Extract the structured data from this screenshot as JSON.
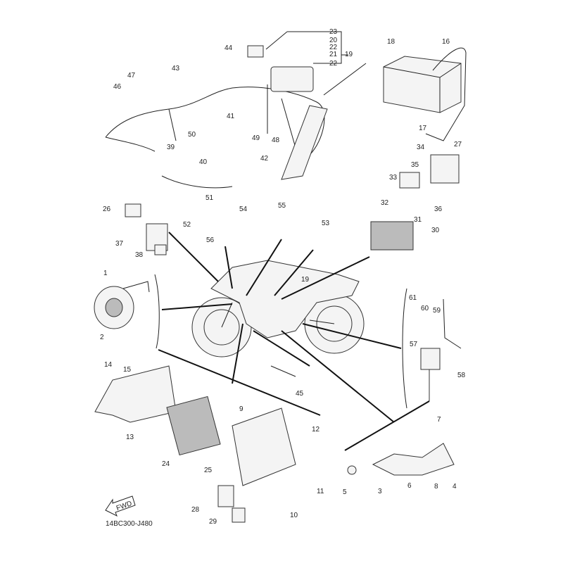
{
  "diagram": {
    "code": "14BC300-J480",
    "fwd_label": "FWD",
    "labels": {
      "p1": "1",
      "p2": "2",
      "p3": "3",
      "p4": "4",
      "p5": "5",
      "p6": "6",
      "p7": "7",
      "p8": "8",
      "p9": "9",
      "p10": "10",
      "p11": "11",
      "p12": "12",
      "p13": "13",
      "p14": "14",
      "p15": "15",
      "p16": "16",
      "p17": "17",
      "p18": "18",
      "p19a": "19",
      "p19b": "19",
      "p20": "20",
      "p21": "21",
      "p22a": "22",
      "p22b": "22",
      "p23": "23",
      "p24": "24",
      "p25": "25",
      "p26": "26",
      "p27": "27",
      "p28": "28",
      "p29": "29",
      "p30": "30",
      "p31": "31",
      "p32": "32",
      "p33": "33",
      "p34": "34",
      "p35": "35",
      "p36": "36",
      "p37": "37",
      "p38": "38",
      "p39": "39",
      "p40": "40",
      "p41": "41",
      "p42": "42",
      "p43": "43",
      "p44": "44",
      "p45": "45",
      "p46": "46",
      "p47": "47",
      "p48": "48",
      "p49": "49",
      "p50": "50",
      "p51": "51",
      "p52": "52",
      "p53": "53",
      "p54": "54",
      "p55": "55",
      "p56": "56",
      "p57": "57",
      "p58": "58",
      "p59": "59",
      "p60": "60",
      "p61": "61"
    }
  }
}
